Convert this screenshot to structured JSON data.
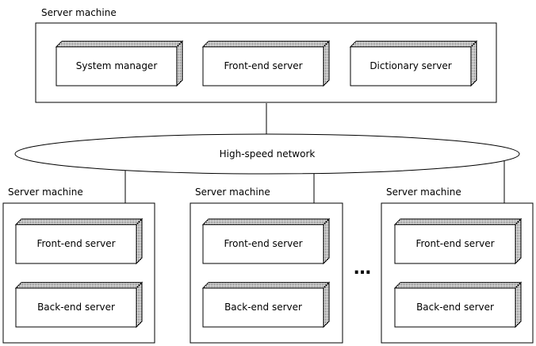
{
  "top_machine": {
    "label": "Server machine",
    "servers": [
      "System manager",
      "Front-end server",
      "Dictionary server"
    ]
  },
  "network": {
    "label": "High-speed network"
  },
  "bottom_machines": [
    {
      "label": "Server machine",
      "servers": [
        "Front-end server",
        "Back-end server"
      ]
    },
    {
      "label": "Server machine",
      "servers": [
        "Front-end server",
        "Back-end server"
      ]
    },
    {
      "label": "Server machine",
      "servers": [
        "Front-end server",
        "Back-end server"
      ]
    }
  ],
  "ellipsis": "…"
}
